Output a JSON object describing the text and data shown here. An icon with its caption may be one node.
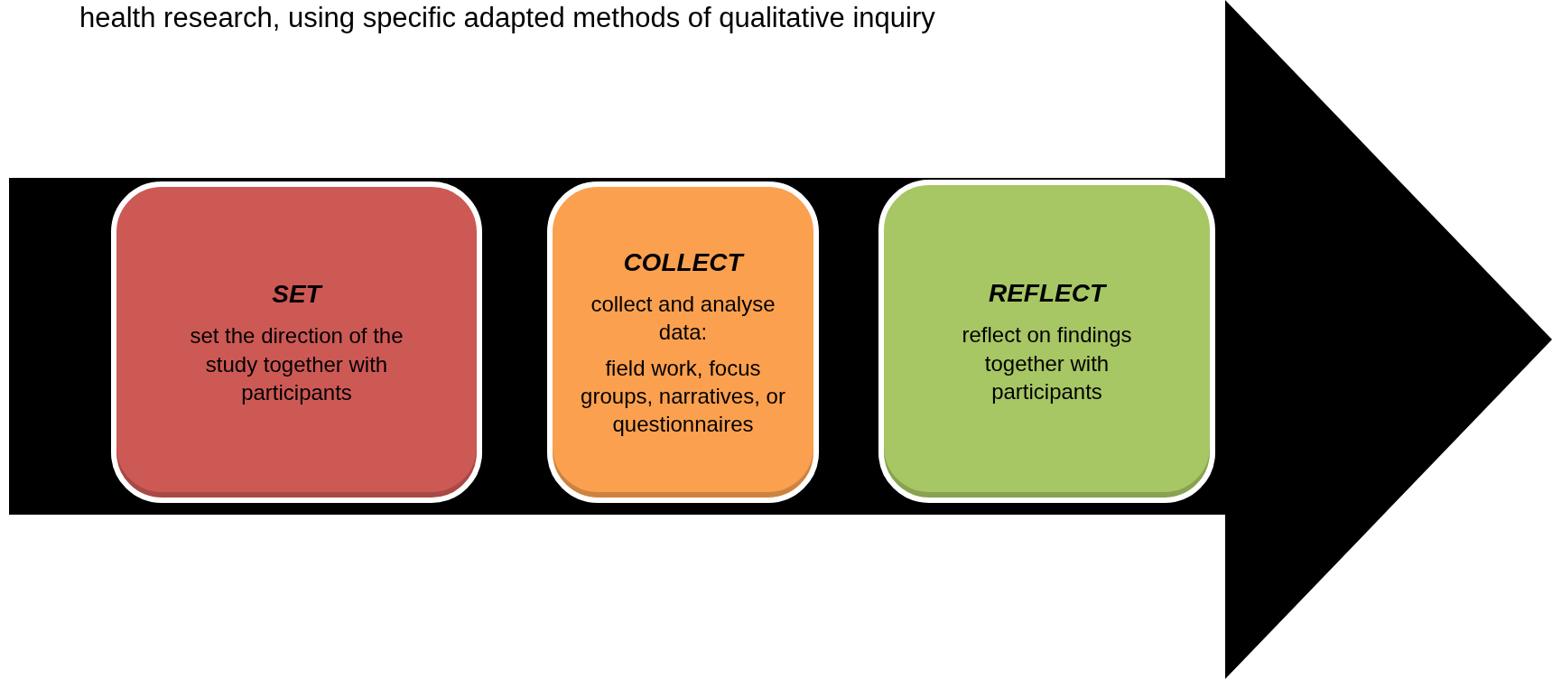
{
  "diagram": {
    "nodes": [
      {
        "text": [
          "SET",
          "set the direction of the study together with participants"
        ]
      },
      {
        "text": [
          "COLLECT",
          "collect and analyse data:",
          "field work, focus groups, narratives, or questionnaires"
        ]
      },
      {
        "text": [
          "REFLECT",
          "reflect on findings together with participants"
        ]
      }
    ],
    "edges": [],
    "labels": [
      "health research, using specific adapted methods of qualitative inquiry"
    ]
  }
}
